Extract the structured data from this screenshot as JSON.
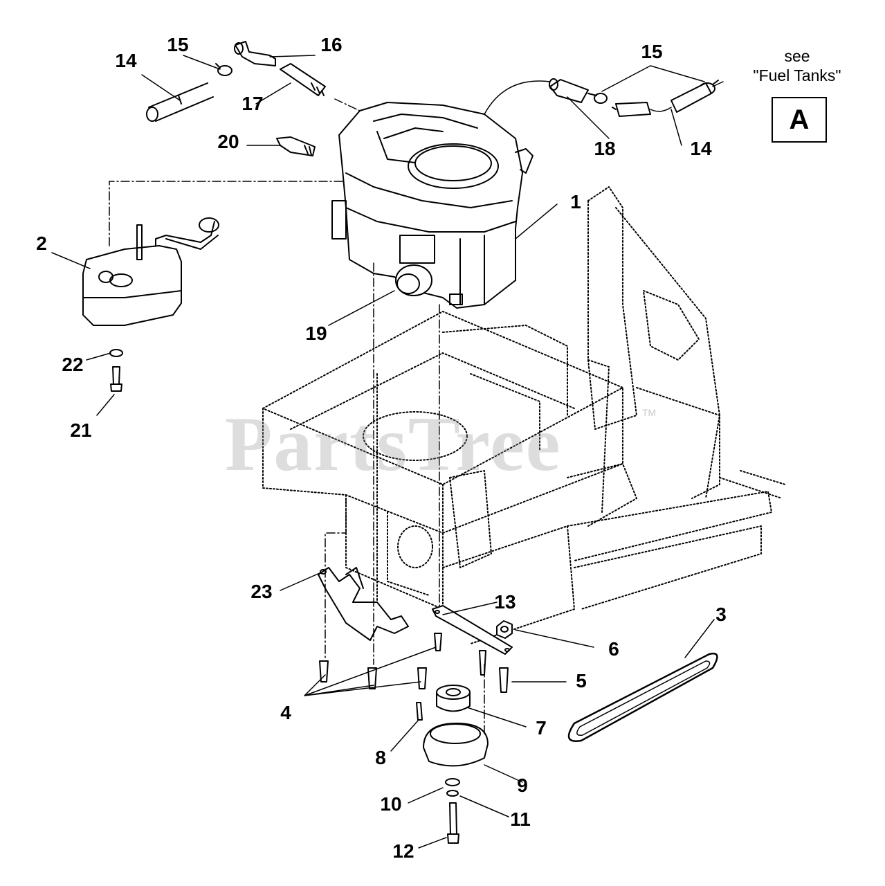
{
  "diagram": {
    "note": {
      "line1": "see",
      "line2": "\"Fuel Tanks\""
    },
    "reference_box": "A",
    "watermark": "PartsTree",
    "watermark_mark": "TM",
    "callouts": {
      "c1": "1",
      "c2": "2",
      "c3": "3",
      "c4": "4",
      "c5": "5",
      "c6": "6",
      "c7": "7",
      "c8": "8",
      "c9": "9",
      "c10": "10",
      "c11": "11",
      "c12": "12",
      "c13": "13",
      "c14a": "14",
      "c14b": "14",
      "c15a": "15",
      "c15b": "15",
      "c16": "16",
      "c17": "17",
      "c18": "18",
      "c19": "19",
      "c20": "20",
      "c21": "21",
      "c22": "22",
      "c23": "23"
    }
  }
}
